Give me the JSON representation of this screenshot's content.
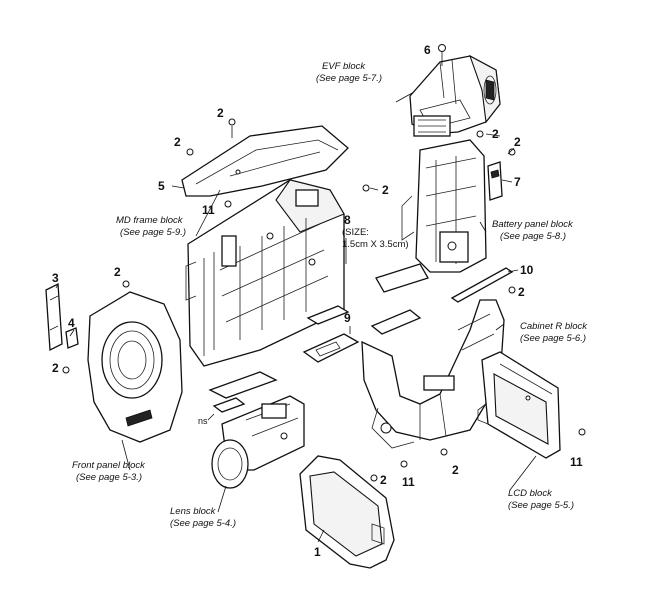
{
  "callouts": {
    "n1": "1",
    "n2": "2",
    "n3": "3",
    "n4": "4",
    "n5": "5",
    "n6": "6",
    "n7": "7",
    "n8": "8",
    "n9": "9",
    "n10": "10",
    "n11": "11"
  },
  "blocks": {
    "evf": {
      "line1": "EVF block",
      "line2": "(See page 5-7.)"
    },
    "md_frame": {
      "line1": "MD frame block",
      "line2": "(See page 5-9.)"
    },
    "battery_panel": {
      "line1": "Battery panel block",
      "line2": "(See page 5-8.)"
    },
    "cabinet_r": {
      "line1": "Cabinet R block",
      "line2": "(See page 5-6.)"
    },
    "front_panel": {
      "line1": "Front panel block",
      "line2": "(See page 5-3.)"
    },
    "lens": {
      "line1": "Lens block",
      "line2": "(See page 5-4.)"
    },
    "lcd": {
      "line1": "LCD block",
      "line2": "(See page 5-5.)"
    }
  },
  "size_note": {
    "line1": "(SIZE:",
    "line2": "1.5cm X 3.5cm)"
  },
  "ns_label": "ns"
}
